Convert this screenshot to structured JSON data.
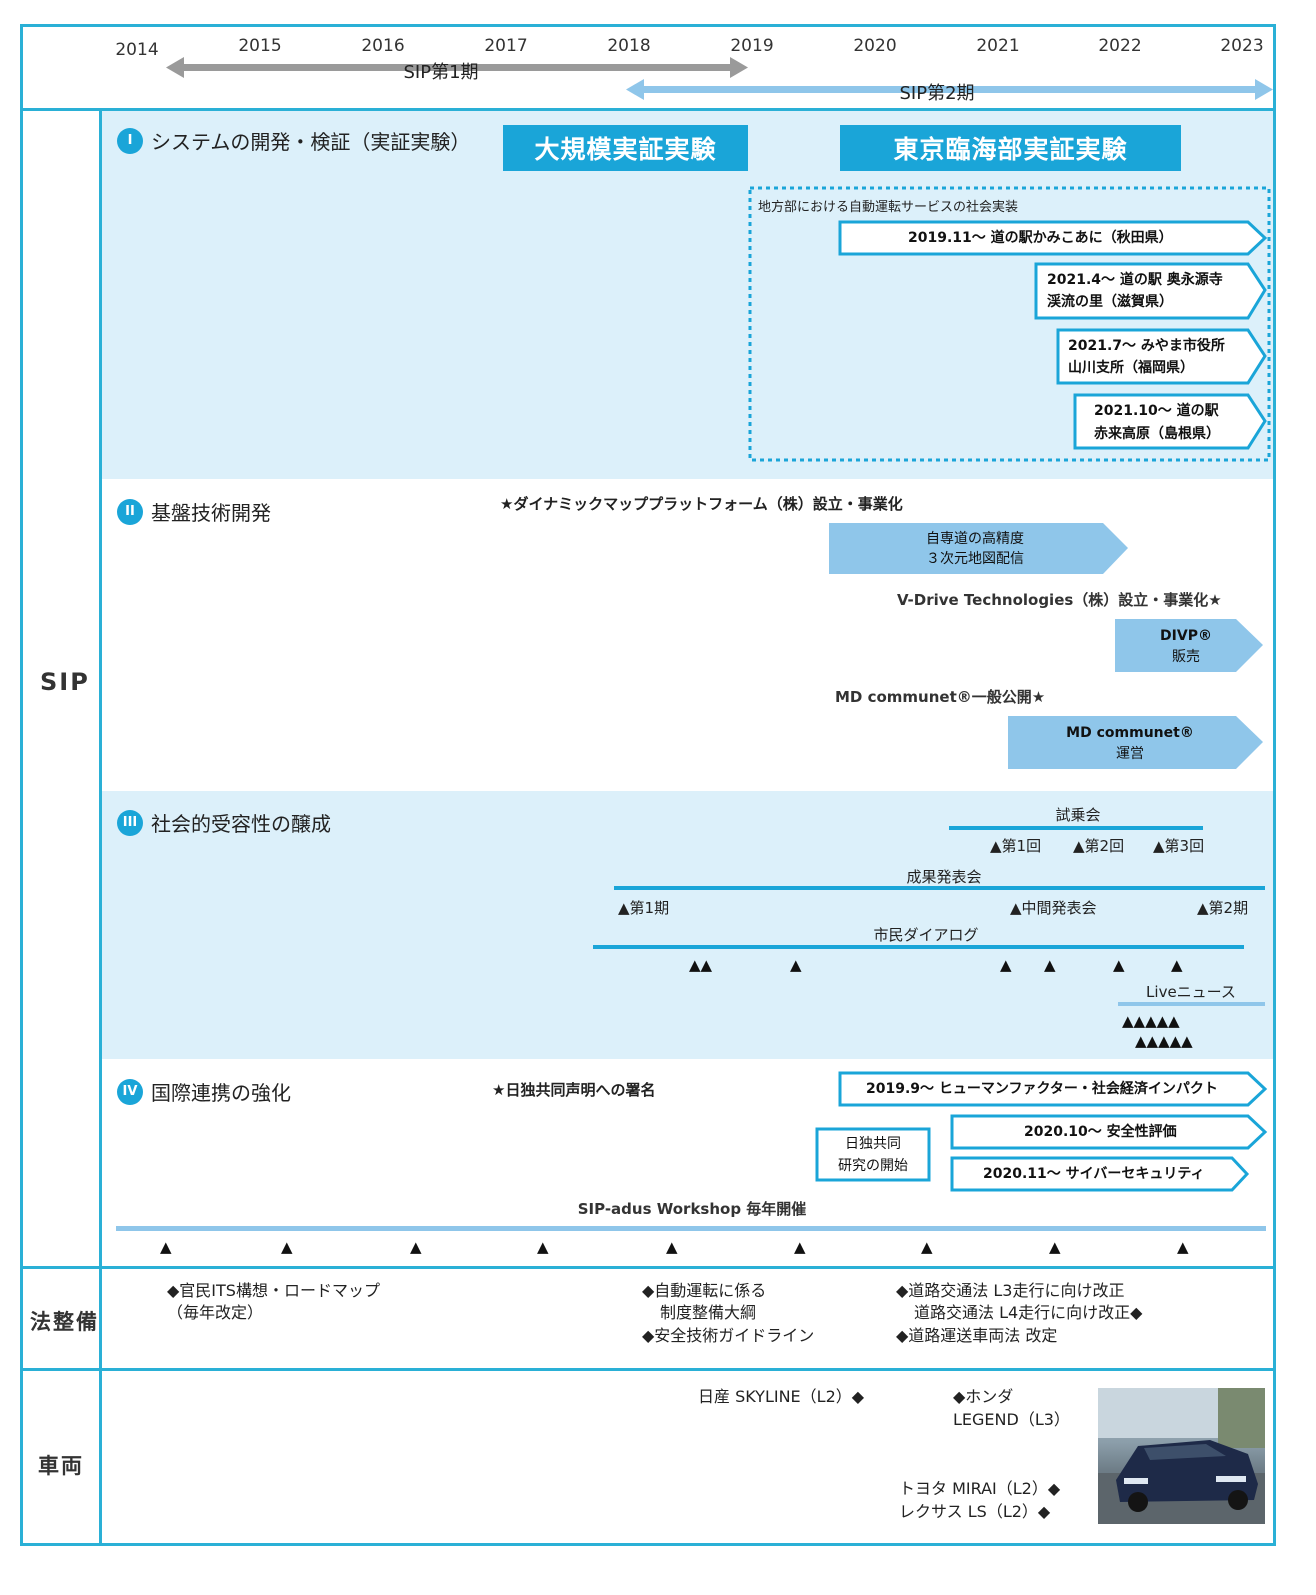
{
  "years": [
    "2014",
    "2015",
    "2016",
    "2017",
    "2018",
    "2019",
    "2020",
    "2021",
    "2022",
    "2023"
  ],
  "phases": {
    "phase1": "SIP第1期",
    "phase2": "SIP第2期"
  },
  "rows": {
    "sip": "SIP",
    "law": "法整備",
    "vehicle": "車両"
  },
  "sections": {
    "s1": {
      "num": "I",
      "title": "システムの開発・検証（実証実験）"
    },
    "s2": {
      "num": "II",
      "title": "基盤技術開発"
    },
    "s3": {
      "num": "III",
      "title": "社会的受容性の醸成"
    },
    "s4": {
      "num": "IV",
      "title": "国際連携の強化"
    }
  },
  "banners": {
    "large_scale": "大規模実証実験",
    "tokyo": "東京臨海部実証実験"
  },
  "regional": {
    "heading": "地方部における自動運転サービスの社会実装",
    "items": [
      {
        "l1": "2019.11～ 道の駅かみこあに（秋田県）",
        "l2": ""
      },
      {
        "l1": "2021.4～ 道の駅 奥永源寺",
        "l2": "渓流の里（滋賀県）"
      },
      {
        "l1": "2021.7～ みやま市役所",
        "l2": "山川支所（福岡県）"
      },
      {
        "l1": "2021.10～ 道の駅",
        "l2": "赤来高原（島根県）"
      }
    ]
  },
  "s2_items": {
    "dmp_star": "★ダイナミックマッププラットフォーム（株）設立・事業化",
    "hd_l1": "自専道の高精度",
    "hd_l2": "３次元地図配信",
    "vdrive_star": "V-Drive Technologies（株）設立・事業化★",
    "divp_l1": "DIVP®",
    "divp_l2": "販売",
    "md_star": "MD communet®一般公開★",
    "md_l1": "MD communet®",
    "md_l2": "運営"
  },
  "s3_items": {
    "ride": "試乗会",
    "ride_marks": [
      "▲第1回",
      "▲第2回",
      "▲第3回"
    ],
    "results": "成果発表会",
    "res_p1": "▲第1期",
    "res_mid": "▲中間発表会",
    "res_p2": "▲第2期",
    "dialog": "市民ダイアログ",
    "dialog_marks": [
      "▲▲",
      "▲",
      "▲",
      "▲",
      "▲",
      "▲"
    ],
    "live": "Liveニュース",
    "live_row1": "▲▲▲▲▲",
    "live_row2": "▲▲▲▲▲"
  },
  "s4_items": {
    "joint_star": "★日独共同声明への署名",
    "hf": "2019.9～ ヒューマンファクター・社会経済インパクト",
    "safety": "2020.10～ 安全性評価",
    "cyber": "2020.11～ サイバーセキュリティ",
    "jr_l1": "日独共同",
    "jr_l2": "研究の開始",
    "workshop": "SIP-adus Workshop 毎年開催",
    "workshop_marks": [
      "▲",
      "▲",
      "▲",
      "▲",
      "▲",
      "▲",
      "▲",
      "▲",
      "▲"
    ]
  },
  "law": {
    "c1_l1": "◆官民ITS構想・ロードマップ",
    "c1_l2": "（毎年改定）",
    "c2_l1": "◆自動運転に係る",
    "c2_l2": "制度整備大綱",
    "c2_l3": "◆安全技術ガイドライン",
    "c3_l1": "◆道路交通法 L3走行に向け改正",
    "c3_l2": "道路交通法 L4走行に向け改正◆",
    "c3_l3": "◆道路運送車両法 改定"
  },
  "vehicle": {
    "nissan": "日産 SKYLINE（L2）◆",
    "honda_l1": "◆ホンダ",
    "honda_l2": "LEGEND（L3）",
    "toyota": "トヨタ MIRAI（L2）◆",
    "lexus": "レクサス LS（L2）◆"
  },
  "colors": {
    "accent": "#1aa5d8",
    "frame": "#2ab0d6",
    "band": "#dcf0fa",
    "arrow_light": "#8fc6ea",
    "phase1_gray": "#9a9a9a"
  }
}
